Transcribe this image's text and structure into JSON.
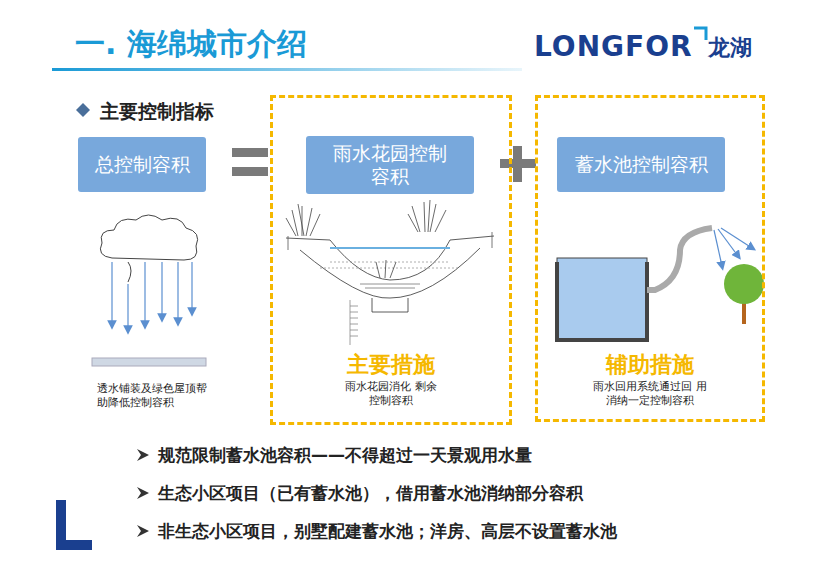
{
  "diagram": {
    "title": "一. 海绵城市介绍",
    "nodes": [
      {
        "text": [
          "总控制容积"
        ]
      },
      {
        "text": [
          "主要措施",
          "雨水花园消化 剩余控制容积"
        ]
      },
      {
        "text": [
          "雨水花园控制 容积"
        ],
        "in": 1
      },
      {
        "text": [
          "辅助措施",
          "雨水回用系统通过回 用消纳一定控制容积"
        ]
      },
      {
        "text": [
          "蓄水池控制容积"
        ],
        "in": 3
      }
    ],
    "labels": [
      "LONGFOR",
      "龙湖",
      "主要控制指标",
      "透水铺装及绿色屋顶帮助降低控制容积",
      "规范限制蓄水池容积——不得超过一天景观用水量",
      "生态小区项目（已有蓄水池），借用蓄水池消纳部分容积",
      "非生态小区项目，别墅配建蓄水池；洋房、高层不设置蓄水池"
    ]
  }
}
